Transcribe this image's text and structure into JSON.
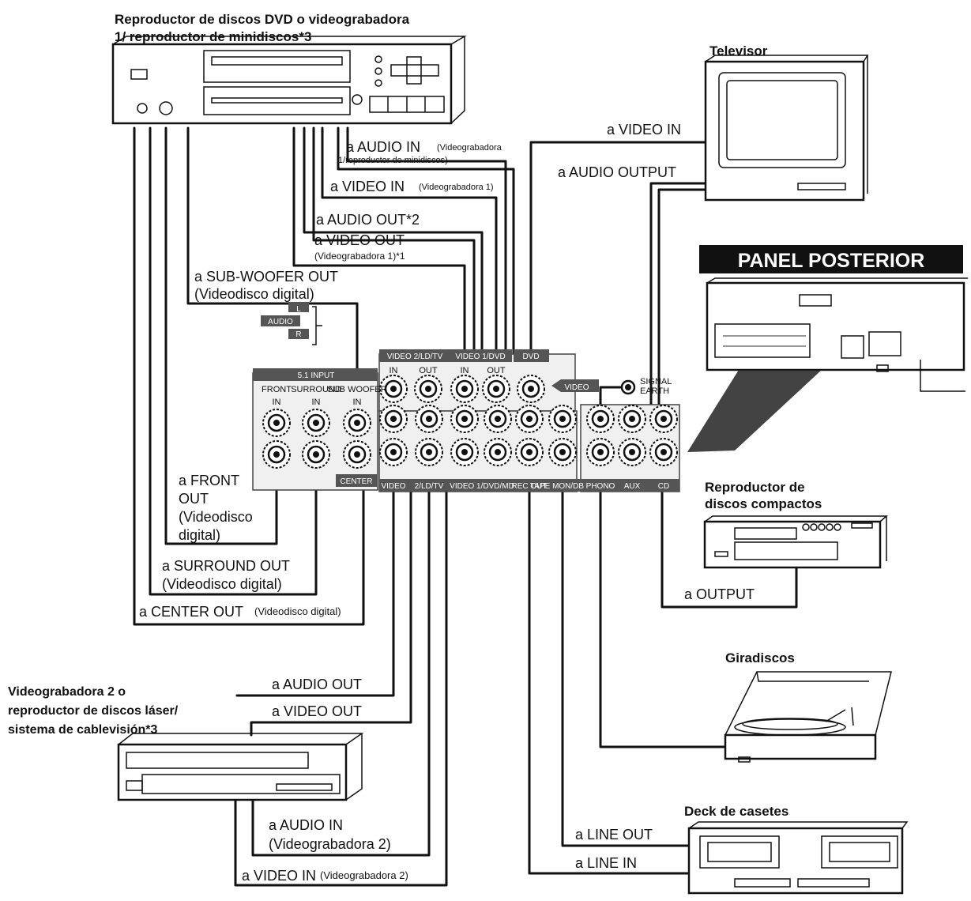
{
  "devices": {
    "dvd_title_line1": "Reproductor de discos DVD o videograbadora",
    "dvd_title_line2": "1/ reproductor de minidiscos*3",
    "tv_title": "Televisor",
    "rear_panel_title": "PANEL POSTERIOR",
    "cd_title_line1": "Reproductor de",
    "cd_title_line2": "discos compactos",
    "turntable_title": "Giradiscos",
    "vcr2_title_line1": "Videograbadora 2 o",
    "vcr2_title_line2": "reproductor de discos láser/",
    "vcr2_title_line3": "sistema de cablevisión*3",
    "tape_title": "Deck de casetes"
  },
  "labels": {
    "audio_in_vcr1_main": "a AUDIO IN",
    "audio_in_vcr1_sub1": "(Videograbadora",
    "audio_in_vcr1_sub2": "1/reproductor de minidiscos)",
    "video_in_vcr1_main": "a VIDEO IN",
    "video_in_vcr1_sub": "(Videograbadora 1)",
    "audio_out_2": "a AUDIO OUT*2",
    "video_out_main": "a  VIDEO  OUT",
    "video_out_sub": "(Videograbadora 1)*1",
    "sub_woofer_out": "a SUB-WOOFER OUT",
    "sub_woofer_sub": "(Videodisco digital)",
    "tv_video_in": "a VIDEO IN",
    "tv_audio_output": "a  AUDIO OUTPUT",
    "front_out_1": "a FRONT",
    "front_out_2": "OUT",
    "front_out_3": "(Videodisco",
    "front_out_4": "digital)",
    "surround_out": "a SURROUND OUT",
    "surround_sub": "(Videodisco digital)",
    "center_out": "a CENTER OUT",
    "center_sub": "(Videodisco digital)",
    "cd_output": "a OUTPUT",
    "vcr2_audio_out": "a AUDIO OUT",
    "vcr2_video_out": "a VIDEO OUT",
    "vcr2_audio_in_1": "a AUDIO IN",
    "vcr2_audio_in_2": "(Videograbadora 2)",
    "vcr2_video_in_main": "a VIDEO IN",
    "vcr2_video_in_sub": "(Videograbadora 2)",
    "tape_line_out": "a LINE OUT",
    "tape_line_in": "a LINE IN"
  },
  "panel": {
    "l": "L",
    "audio": "AUDIO",
    "r": "R",
    "input_5_1": "5.1 INPUT",
    "front": "FRONT",
    "surround": "SURROUND",
    "sub_woofer": "SUB WOOFER",
    "in": "IN",
    "out": "OUT",
    "center": "CENTER",
    "video_2_ld_tv": "VIDEO 2/LD/TV",
    "video_1_dvd": "VIDEO 1/DVD",
    "dvd": "DVD",
    "video_tag": "VIDEO",
    "signal_gnd_1": "SIGNAL",
    "signal_gnd_2": "EARTH",
    "bottom_video": "VIDEO",
    "bottom_ld_tv": "2/LD/TV",
    "bottom_video1": "VIDEO 1/DVD/MD",
    "bottom_rec_out": "REC OUT",
    "bottom_tape": "TAPE MON/DB",
    "bottom_phono": "PHONO",
    "bottom_aux": "AUX",
    "bottom_cd": "CD"
  }
}
